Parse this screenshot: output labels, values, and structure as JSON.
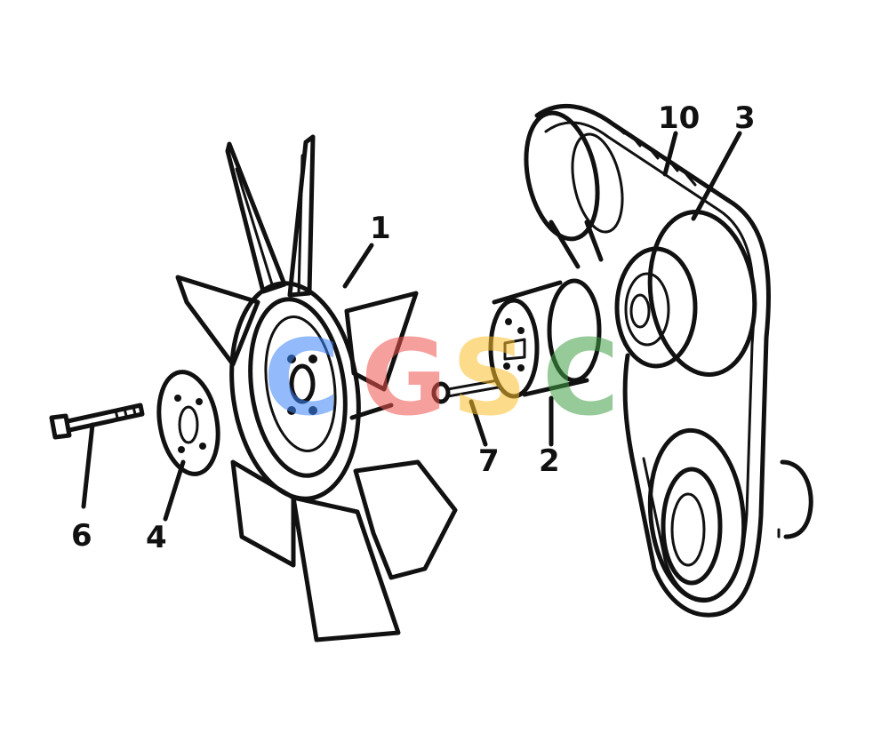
{
  "callouts": [
    {
      "id": "fan",
      "label": "1"
    },
    {
      "id": "hub",
      "label": "2"
    },
    {
      "id": "pulley",
      "label": "3"
    },
    {
      "id": "spacer",
      "label": "4"
    },
    {
      "id": "bolt",
      "label": "6"
    },
    {
      "id": "pin",
      "label": "7"
    },
    {
      "id": "belt",
      "label": "10"
    }
  ],
  "watermark": {
    "letters": [
      "C",
      "G",
      "S",
      "C"
    ],
    "colors": [
      "#3b82f6",
      "#ef5350",
      "#fbc02d",
      "#43a047"
    ]
  }
}
